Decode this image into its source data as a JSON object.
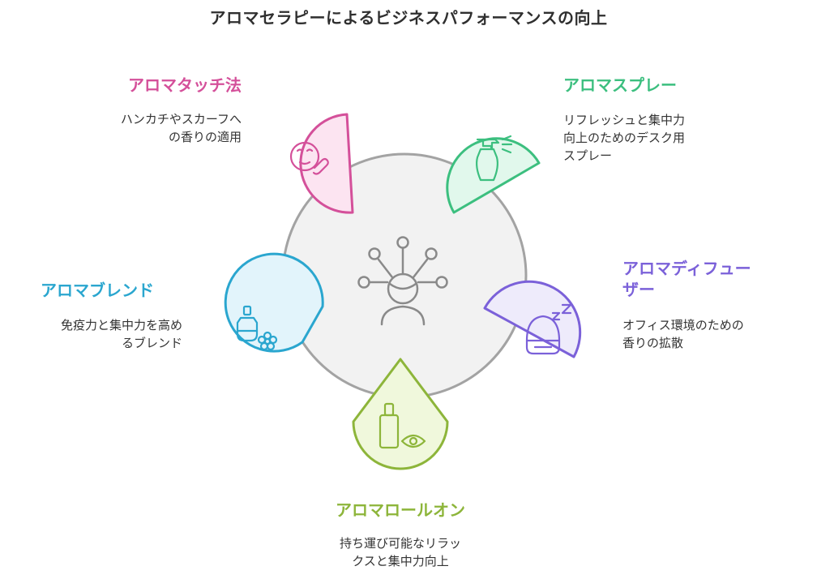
{
  "title": "アロマセラピーによるビジネスパフォーマンスの向上",
  "colors": {
    "touch": "#D4509A",
    "touch_fill": "#FCE4F1",
    "spray": "#3CBF7F",
    "spray_fill": "#E1F8EC",
    "diffuser": "#7B61D9",
    "diffuser_fill": "#EEEBFB",
    "rollon": "#8DB53A",
    "rollon_fill": "#F0F8DC",
    "blend": "#2AA6CF",
    "blend_fill": "#E2F4FB",
    "center_fill": "#F2F2F2",
    "center_stroke": "#A3A3A3"
  },
  "nodes": {
    "touch": {
      "heading": "アロマタッチ法",
      "desc_line1": "ハンカチやスカーフへ",
      "desc_line2": "の香りの適用",
      "icon": "breath-scent-face-icon"
    },
    "spray": {
      "heading": "アロマスプレー",
      "desc_line1": "リフレッシュと集中力",
      "desc_line2": "向上のためのデスク用",
      "desc_line3": "スプレー",
      "icon": "spray-bottle-icon"
    },
    "diffuser": {
      "heading_line1": "アロマディフュー",
      "heading_line2": "ザー",
      "desc_line1": "オフィス環境のための",
      "desc_line2": "香りの拡散",
      "icon": "diffuser-sleep-icon"
    },
    "rollon": {
      "heading": "アロマロールオン",
      "desc_line1": "持ち運び可能なリラッ",
      "desc_line2": "クスと集中力向上",
      "icon": "dropper-eye-icon"
    },
    "blend": {
      "heading": "アロマブレンド",
      "desc_line1": "免疫力と集中力を高め",
      "desc_line2": "るブレンド",
      "icon": "oil-flower-icon"
    }
  }
}
